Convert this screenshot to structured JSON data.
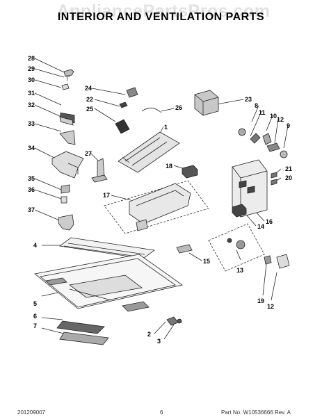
{
  "watermark": "AppliancePartsPros.com",
  "title": "INTERIOR AND VENTILATION PARTS",
  "footer": {
    "date_code": "201209007",
    "page_number": "6",
    "part_label": "Part No. W10536666 Rev. A"
  },
  "callouts": [
    "28",
    "29",
    "30",
    "31",
    "32",
    "33",
    "34",
    "35",
    "36",
    "37",
    "24",
    "22",
    "25",
    "26",
    "23",
    "8",
    "11",
    "10",
    "12",
    "9",
    "1",
    "27",
    "18",
    "21",
    "20",
    "17",
    "16",
    "14",
    "4",
    "15",
    "5",
    "6",
    "7",
    "13",
    "2",
    "3",
    "19",
    "12"
  ]
}
